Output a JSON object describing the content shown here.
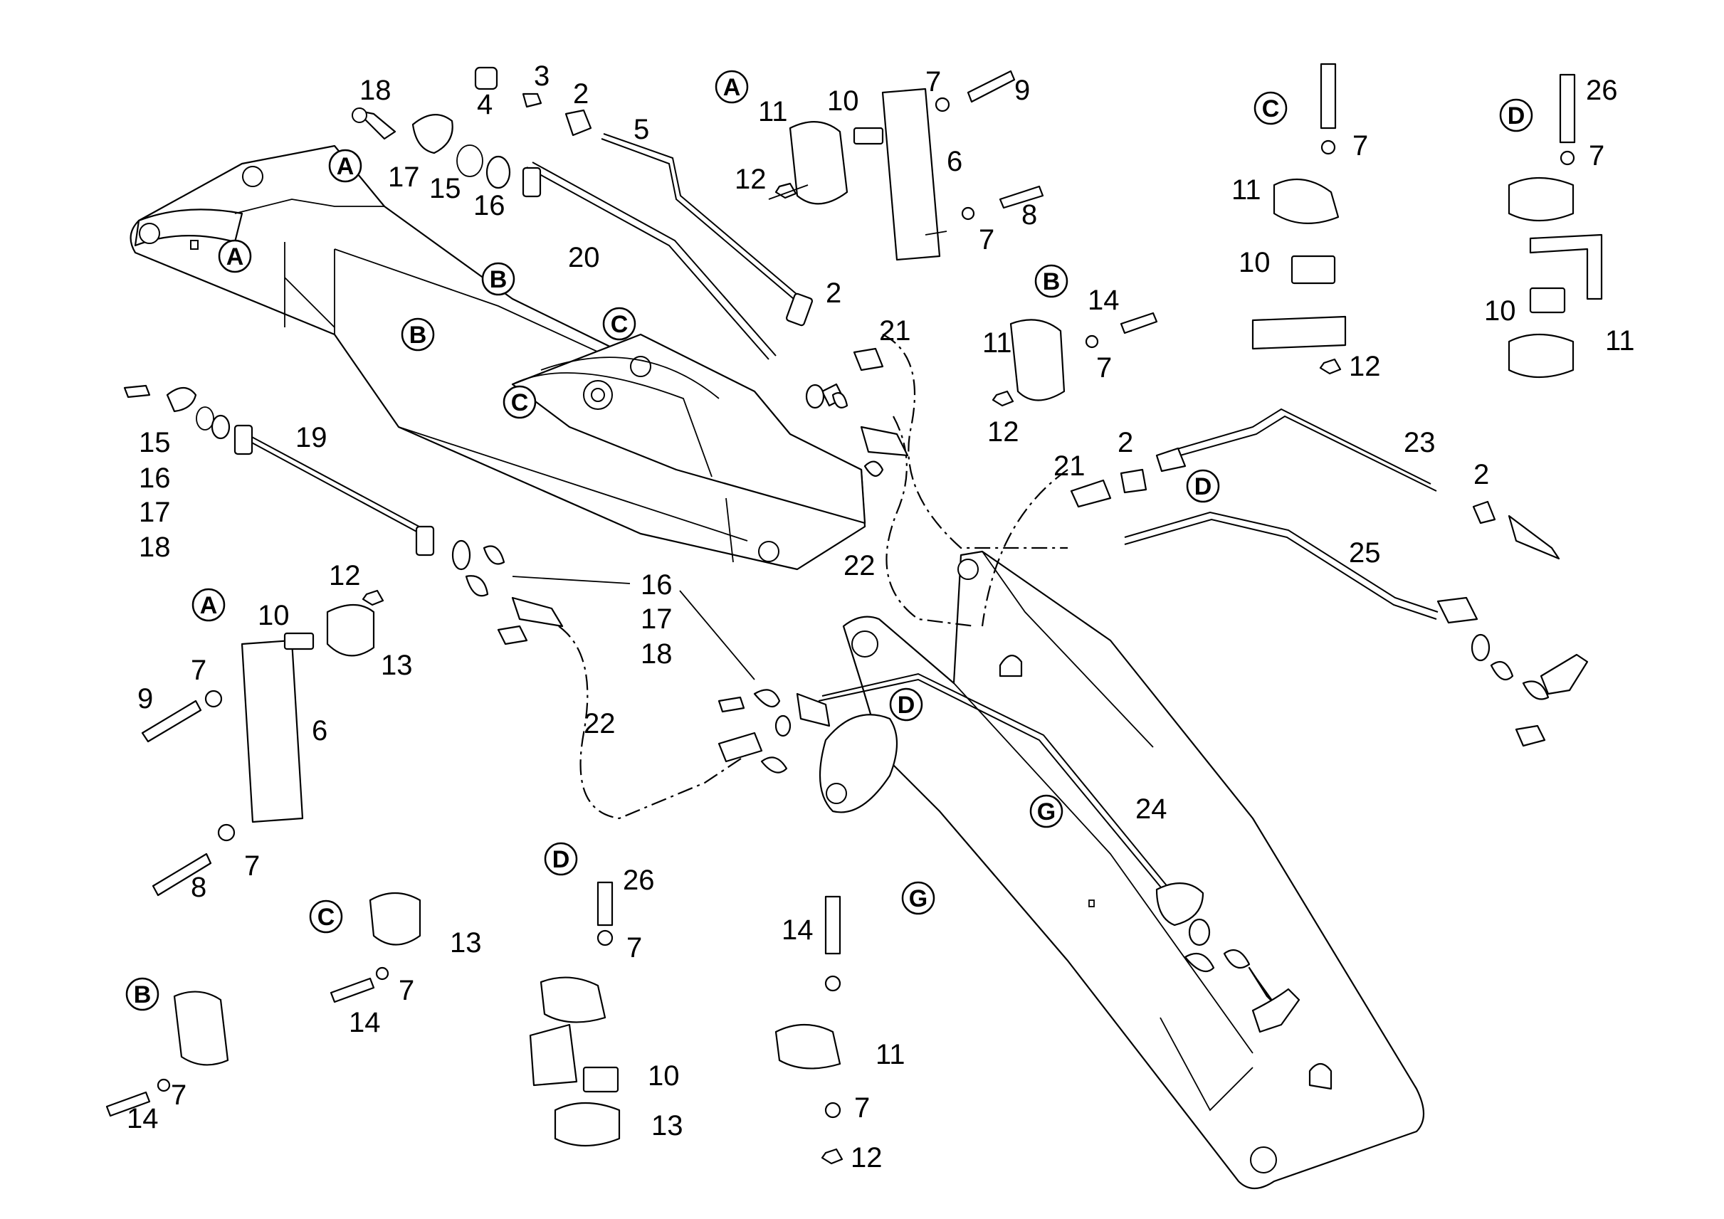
{
  "callouts": [
    {
      "id": "18a",
      "text": "18"
    },
    {
      "id": "4",
      "text": "4"
    },
    {
      "id": "3",
      "text": "3"
    },
    {
      "id": "2a",
      "text": "2"
    },
    {
      "id": "5",
      "text": "5"
    },
    {
      "id": "17a",
      "text": "17"
    },
    {
      "id": "15a",
      "text": "15"
    },
    {
      "id": "16a",
      "text": "16"
    },
    {
      "id": "20",
      "text": "20"
    },
    {
      "id": "11a",
      "text": "11"
    },
    {
      "id": "10a",
      "text": "10"
    },
    {
      "id": "7a",
      "text": "7"
    },
    {
      "id": "9a",
      "text": "9"
    },
    {
      "id": "12a",
      "text": "12"
    },
    {
      "id": "6a",
      "text": "6"
    },
    {
      "id": "8a",
      "text": "8"
    },
    {
      "id": "7b",
      "text": "7"
    },
    {
      "id": "2b",
      "text": "2"
    },
    {
      "id": "21a",
      "text": "21"
    },
    {
      "id": "14a",
      "text": "14"
    },
    {
      "id": "11b",
      "text": "11"
    },
    {
      "id": "7c",
      "text": "7"
    },
    {
      "id": "12b",
      "text": "12"
    },
    {
      "id": "7d",
      "text": "7"
    },
    {
      "id": "11c",
      "text": "11"
    },
    {
      "id": "10b",
      "text": "10"
    },
    {
      "id": "12c",
      "text": "12"
    },
    {
      "id": "26a",
      "text": "26"
    },
    {
      "id": "7e",
      "text": "7"
    },
    {
      "id": "10c",
      "text": "10"
    },
    {
      "id": "11d",
      "text": "11"
    },
    {
      "id": "19",
      "text": "19"
    },
    {
      "id": "15b",
      "text": "15"
    },
    {
      "id": "16b",
      "text": "16"
    },
    {
      "id": "17b",
      "text": "17"
    },
    {
      "id": "18b",
      "text": "18"
    },
    {
      "id": "21b",
      "text": "21"
    },
    {
      "id": "2c",
      "text": "2"
    },
    {
      "id": "23",
      "text": "23"
    },
    {
      "id": "2d",
      "text": "2"
    },
    {
      "id": "25",
      "text": "25"
    },
    {
      "id": "22a",
      "text": "22"
    },
    {
      "id": "12d",
      "text": "12"
    },
    {
      "id": "10d",
      "text": "10"
    },
    {
      "id": "13a",
      "text": "13"
    },
    {
      "id": "16c",
      "text": "16"
    },
    {
      "id": "17c",
      "text": "17"
    },
    {
      "id": "18c",
      "text": "18"
    },
    {
      "id": "7f",
      "text": "7"
    },
    {
      "id": "9b",
      "text": "9"
    },
    {
      "id": "6b",
      "text": "6"
    },
    {
      "id": "22b",
      "text": "22"
    },
    {
      "id": "8b",
      "text": "8"
    },
    {
      "id": "7g",
      "text": "7"
    },
    {
      "id": "24",
      "text": "24"
    },
    {
      "id": "26b",
      "text": "26"
    },
    {
      "id": "7h",
      "text": "7"
    },
    {
      "id": "13b",
      "text": "13"
    },
    {
      "id": "7i",
      "text": "7"
    },
    {
      "id": "14b",
      "text": "14"
    },
    {
      "id": "14c",
      "text": "14"
    },
    {
      "id": "10e",
      "text": "10"
    },
    {
      "id": "13c",
      "text": "13"
    },
    {
      "id": "11e",
      "text": "11"
    },
    {
      "id": "7j",
      "text": "7"
    },
    {
      "id": "12e",
      "text": "12"
    },
    {
      "id": "14d",
      "text": "14"
    },
    {
      "id": "7k",
      "text": "7"
    }
  ],
  "detail_markers": [
    {
      "id": "A1",
      "text": "A"
    },
    {
      "id": "A2",
      "text": "A"
    },
    {
      "id": "A3",
      "text": "A"
    },
    {
      "id": "A4",
      "text": "A"
    },
    {
      "id": "B1",
      "text": "B"
    },
    {
      "id": "B2",
      "text": "B"
    },
    {
      "id": "B3",
      "text": "B"
    },
    {
      "id": "B4",
      "text": "B"
    },
    {
      "id": "C1",
      "text": "C"
    },
    {
      "id": "C2",
      "text": "C"
    },
    {
      "id": "C3",
      "text": "C"
    },
    {
      "id": "C4",
      "text": "C"
    },
    {
      "id": "D1",
      "text": "D"
    },
    {
      "id": "D2",
      "text": "D"
    },
    {
      "id": "D3",
      "text": "D"
    },
    {
      "id": "D4",
      "text": "D"
    },
    {
      "id": "G1",
      "text": "G"
    },
    {
      "id": "G2",
      "text": "G"
    }
  ],
  "colors": {
    "ink": "#000000",
    "paper": "#ffffff"
  }
}
